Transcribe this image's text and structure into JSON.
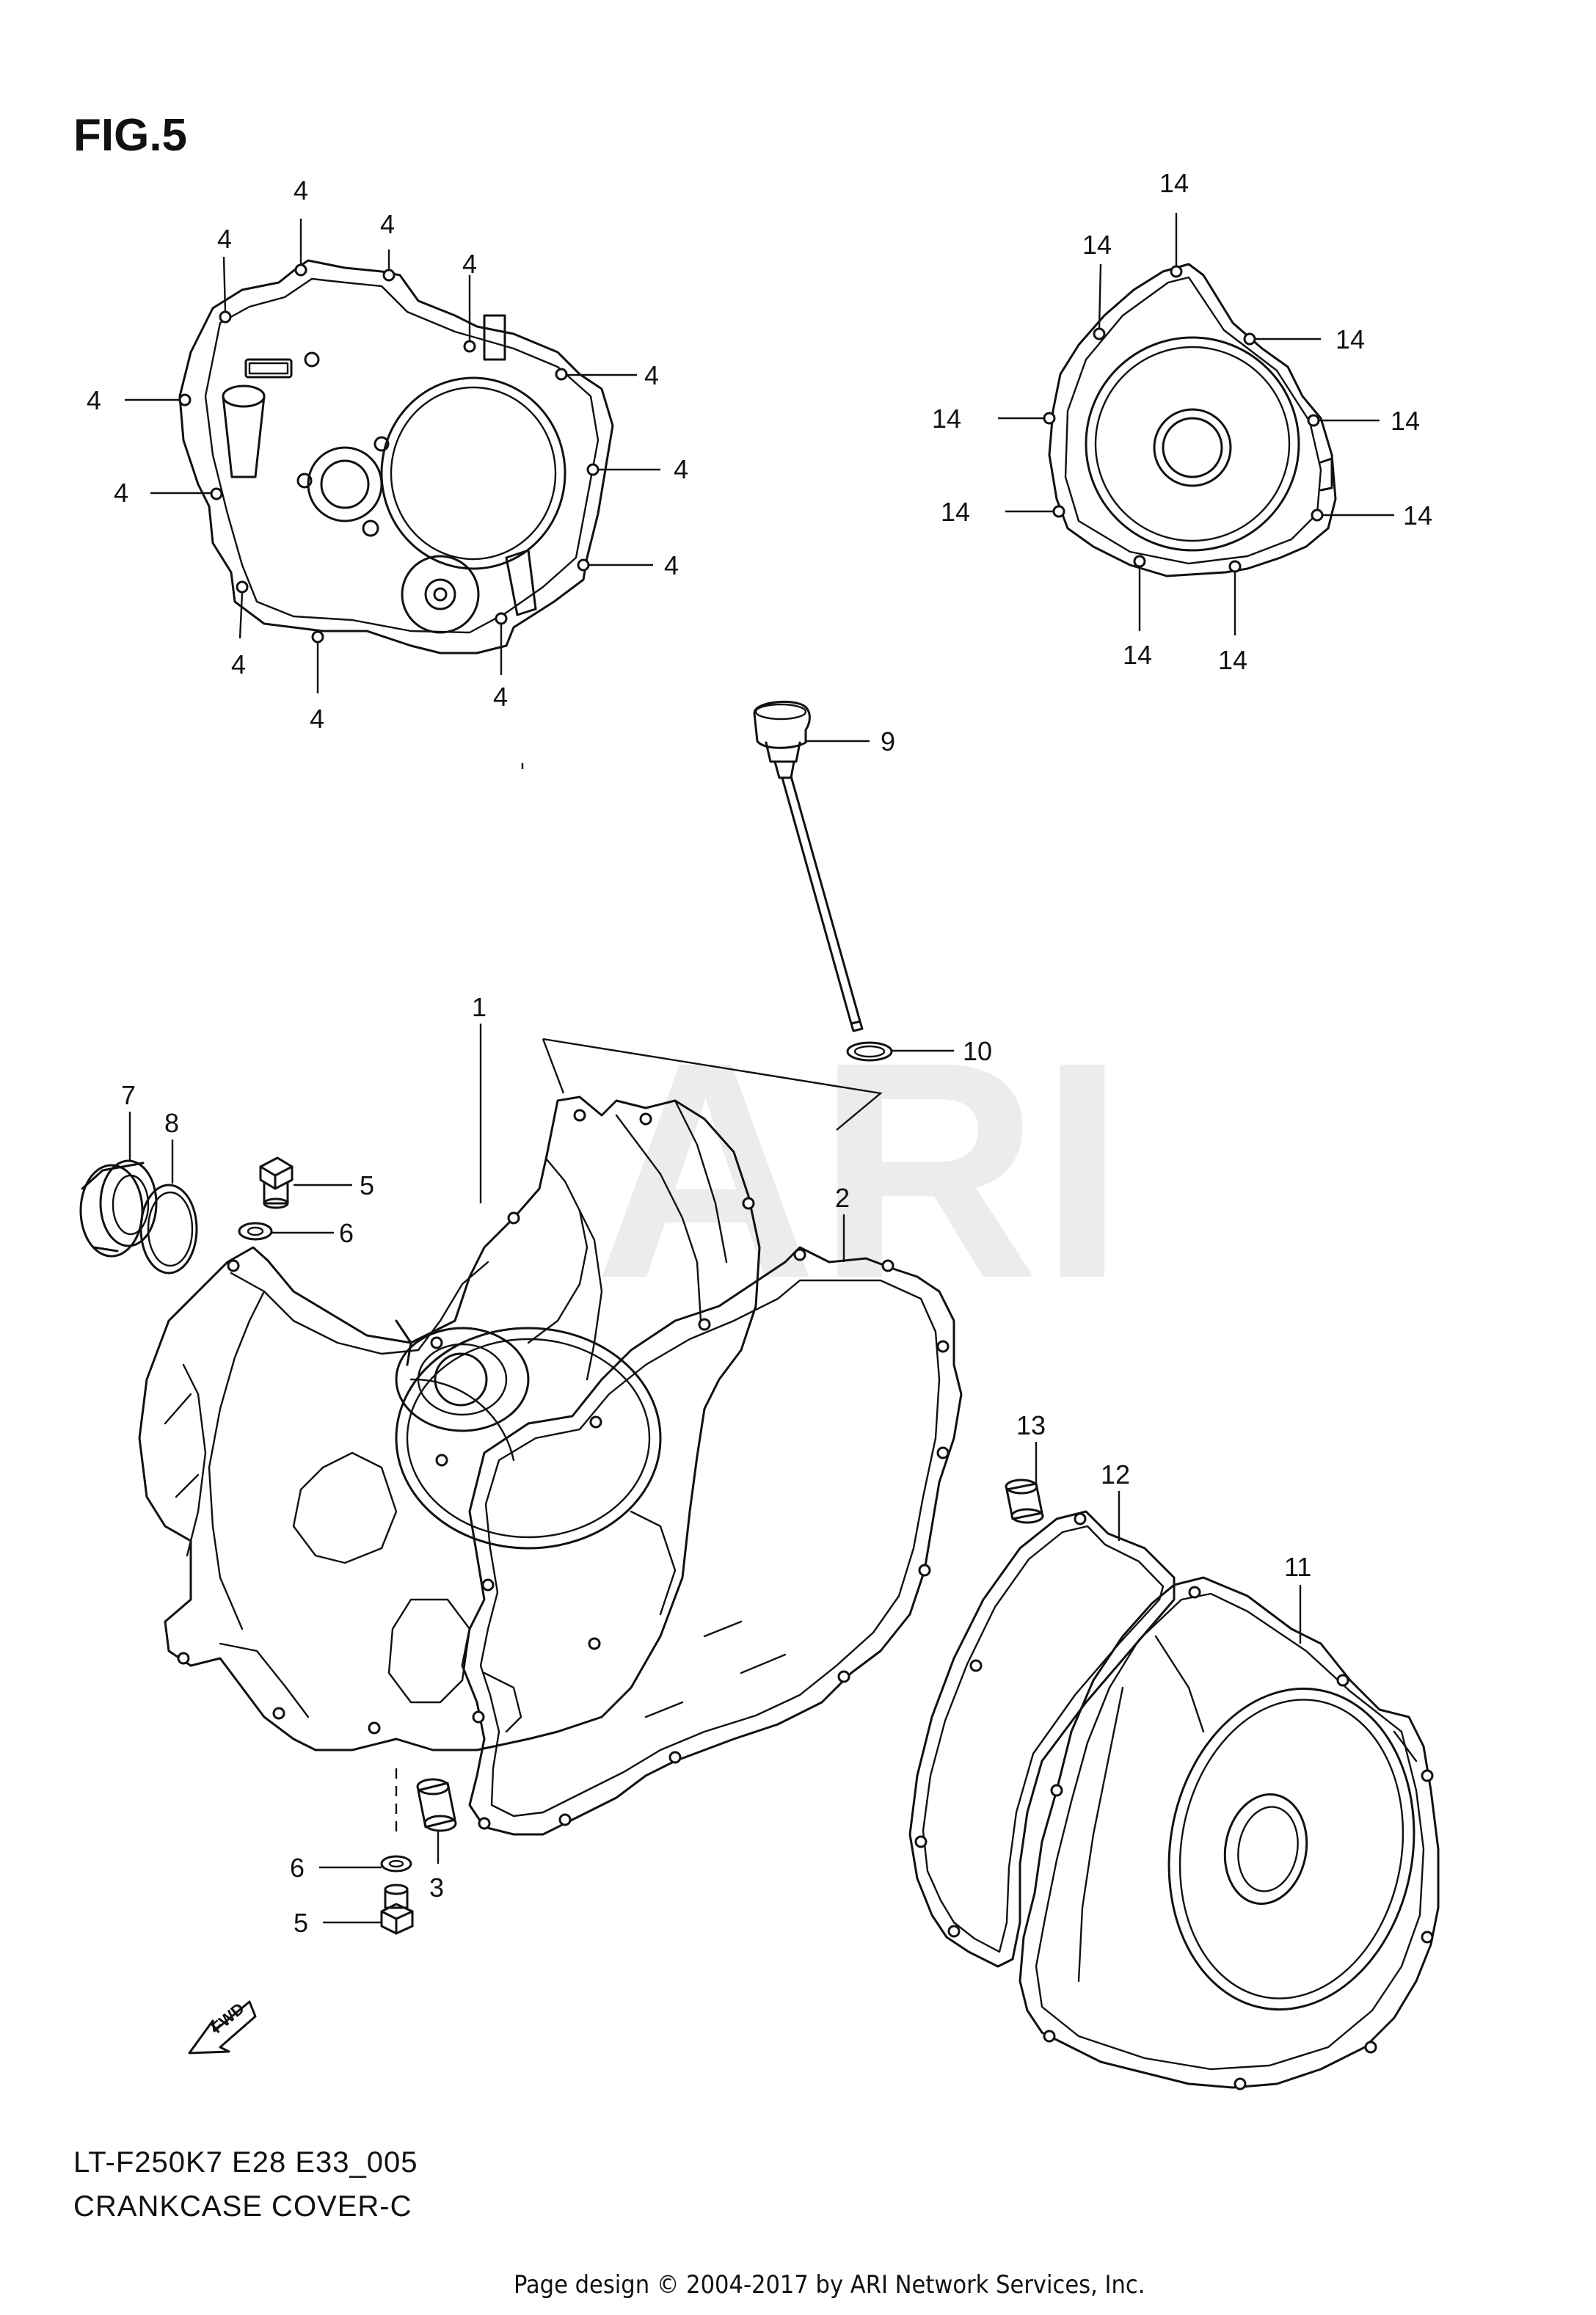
{
  "figure": {
    "title": "FIG.5",
    "watermark": "ARI",
    "model_code": "LT-F250K7  E28  E33_005",
    "caption": "CRANKCASE COVER-C",
    "footer": "Page design © 2004-2017 by ARI Network Services, Inc."
  },
  "callouts": {
    "c1": "1",
    "c2": "2",
    "c3": "3",
    "c4a": "4",
    "c4b": "4",
    "c4c": "4",
    "c4d": "4",
    "c4e": "4",
    "c4f": "4",
    "c4g": "4",
    "c4h": "4",
    "c4i": "4",
    "c4j": "4",
    "c4k": "4",
    "c4l": "4",
    "c5a": "5",
    "c5b": "5",
    "c6a": "6",
    "c6b": "6",
    "c7": "7",
    "c8": "8",
    "c9": "9",
    "c10": "10",
    "c11": "11",
    "c12": "12",
    "c13": "13",
    "c14a": "14",
    "c14b": "14",
    "c14c": "14",
    "c14d": "14",
    "c14e": "14",
    "c14f": "14",
    "c14g": "14",
    "c14h": "14",
    "c14i": "14"
  },
  "fwd_arrow": {
    "label": "FWD",
    "icon": "fwd-arrow-icon"
  }
}
